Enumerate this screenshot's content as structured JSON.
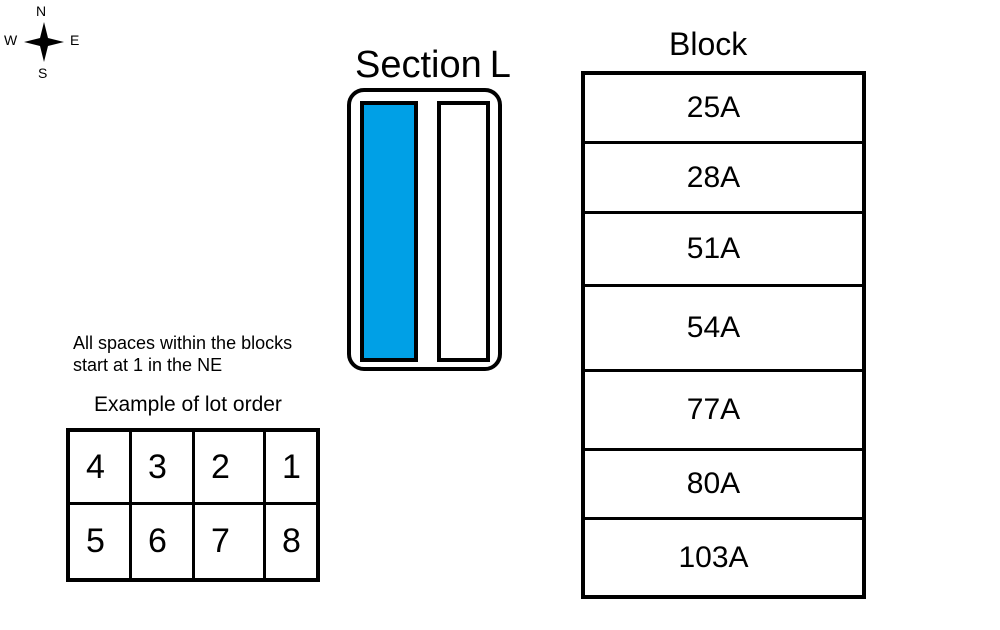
{
  "compass": {
    "north": "N",
    "west": "W",
    "east": "E",
    "south": "S"
  },
  "section": {
    "title": "Section",
    "letter": "L",
    "colors": {
      "highlight": "#00a0e6",
      "empty": "#ffffff"
    }
  },
  "block": {
    "title": "Block",
    "rows": [
      "25A",
      "28A",
      "51A",
      "54A",
      "77A",
      "80A",
      "103A"
    ]
  },
  "note": {
    "line1": "All spaces within the blocks",
    "line2": "start at 1 in the NE"
  },
  "lot_example": {
    "title": "Example of lot order",
    "top_row": [
      "4",
      "3",
      "2",
      "1"
    ],
    "bottom_row": [
      "5",
      "6",
      "7",
      "8"
    ]
  }
}
